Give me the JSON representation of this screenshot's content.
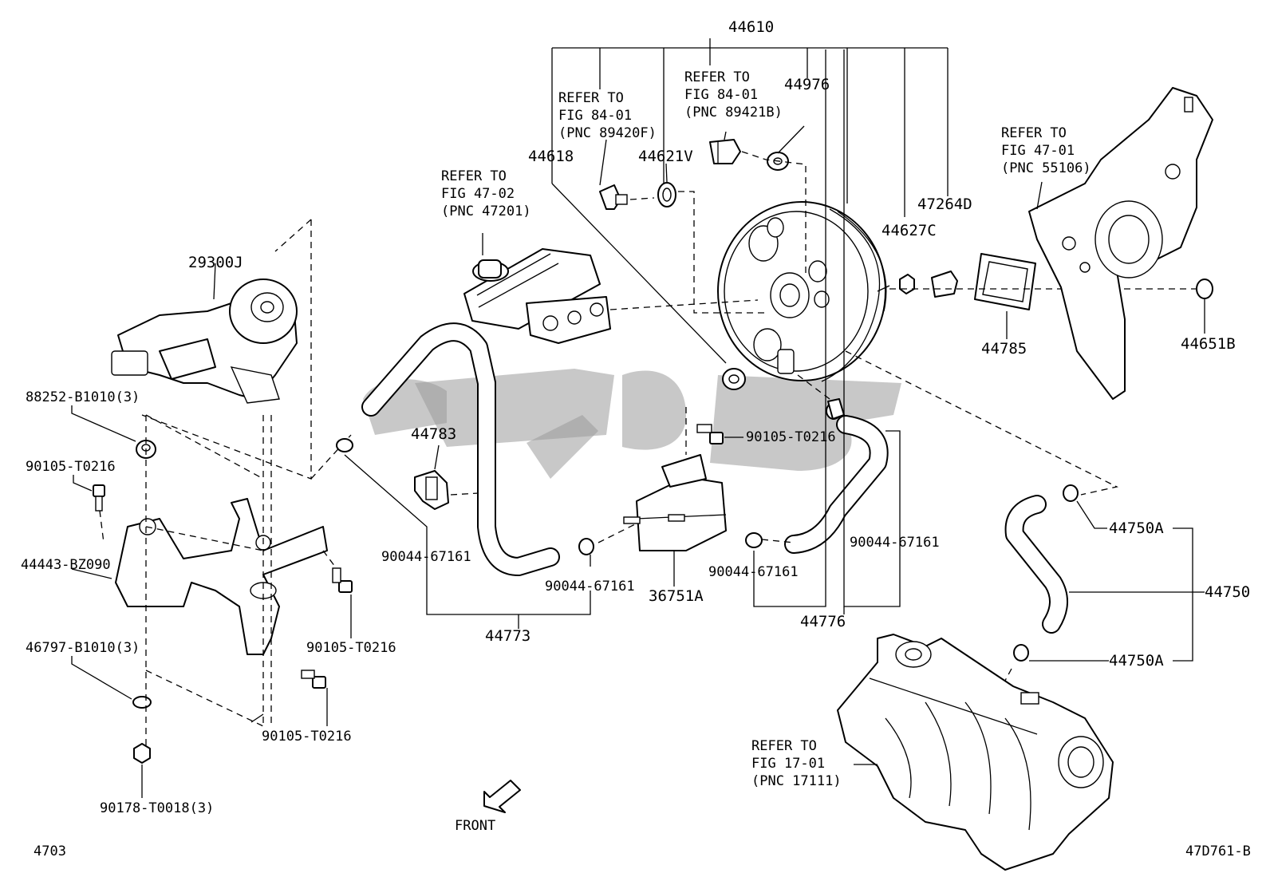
{
  "title_part": "44610",
  "refs": {
    "fig84_01_f": [
      "REFER TO",
      "FIG 84-01",
      "(PNC 89420F)"
    ],
    "fig84_01_b": [
      "REFER TO",
      "FIG 84-01",
      "(PNC 89421B)"
    ],
    "fig47_02": [
      "REFER TO",
      "FIG 47-02",
      "(PNC 47201)"
    ],
    "fig47_01": [
      "REFER TO",
      "FIG 47-01",
      "(PNC 55106)"
    ],
    "fig17_01": [
      "REFER TO",
      "FIG 17-01",
      "(PNC 17111)"
    ]
  },
  "labels": {
    "p44976": "44976",
    "p44618": "44618",
    "p44621v": "44621V",
    "p47264d": "47264D",
    "p44627c": "44627C",
    "p29300j": "29300J",
    "p88252": "88252-B1010(3)",
    "p90105_a": "90105-T0216",
    "p44443": "44443-BZ090",
    "p46797": "46797-B1010(3)",
    "p90178": "90178-T0018(3)",
    "p90105_b": "90105-T0216",
    "p90105_c": "90105-T0216",
    "p90105_d": "90105-T0216",
    "p44783": "44783",
    "p90044_a": "90044-67161",
    "p90044_b": "90044-67161",
    "p90044_c": "90044-67161",
    "p90044_d": "90044-67161",
    "p44773": "44773",
    "p36751a": "36751A",
    "p44776": "44776",
    "p44785": "44785",
    "p44651b": "44651B",
    "p44750a_top": "44750A",
    "p44750": "44750",
    "p44750a_bot": "44750A"
  },
  "front_label": "FRONT",
  "footer": {
    "left": "4703",
    "right": "47D761-B"
  },
  "watermark": "ﺑﯿﮕﻠﻮ"
}
